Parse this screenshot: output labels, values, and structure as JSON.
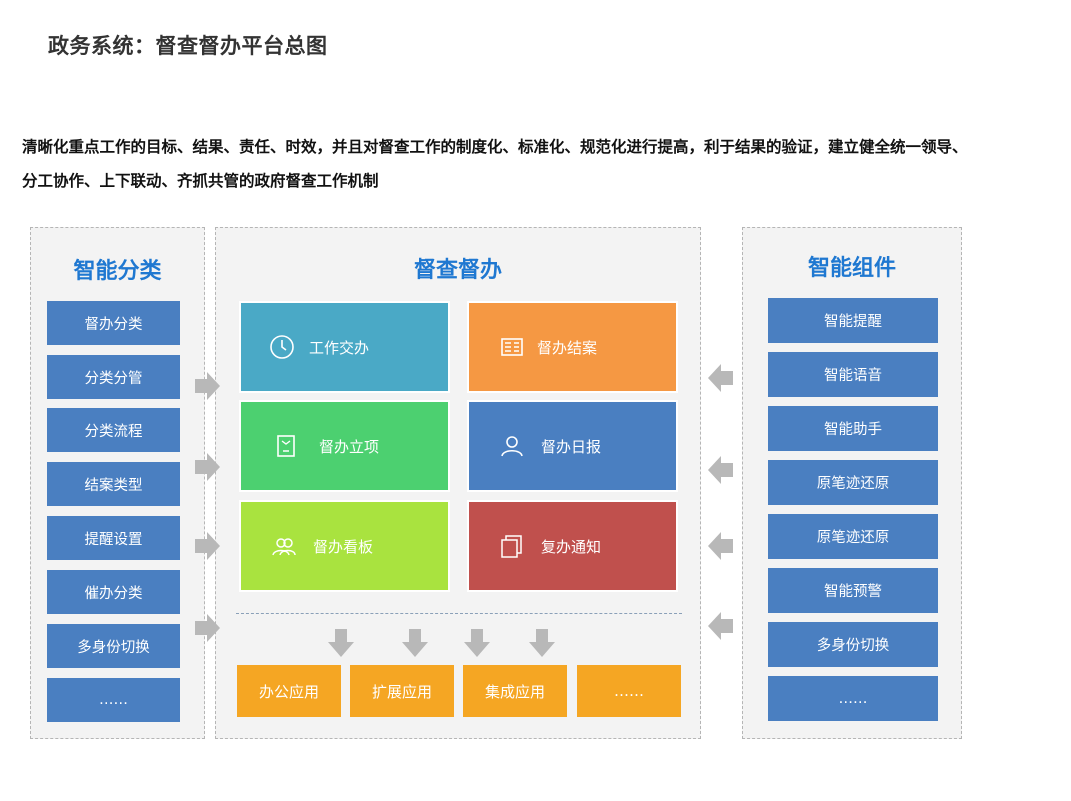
{
  "page": {
    "title": "政务系统：督查督办平台总图",
    "description": "清晰化重点工作的目标、结果、责任、时效，并且对督查工作的制度化、标准化、规范化进行提高，利于结果的验证，建立健全统一领导、分工协作、上下联动、齐抓共管的政府督查工作机制"
  },
  "left": {
    "title": "智能分类",
    "items": [
      "督办分类",
      "分类分管",
      "分类流程",
      "结案类型",
      "提醒设置",
      "催办分类",
      "多身份切换",
      "……"
    ]
  },
  "center": {
    "title": "督查督办",
    "tiles": [
      {
        "label": "工作交办",
        "icon": "clock-icon",
        "color": "#4aa9c6"
      },
      {
        "label": "督办结案",
        "icon": "document-list-icon",
        "color": "#f59843"
      },
      {
        "label": "督办立项",
        "icon": "file-icon",
        "color": "#4cd070"
      },
      {
        "label": "督办日报",
        "icon": "user-icon",
        "color": "#4a7fc1"
      },
      {
        "label": "督办看板",
        "icon": "users-icon",
        "color": "#a9e33f"
      },
      {
        "label": "复办通知",
        "icon": "copy-icon",
        "color": "#c0504d"
      }
    ],
    "apps": [
      "办公应用",
      "扩展应用",
      "集成应用",
      "……"
    ]
  },
  "right": {
    "title": "智能组件",
    "items": [
      "智能提醒",
      "智能语音",
      "智能助手",
      "原笔迹还原",
      "原笔迹还原",
      "智能预警",
      "多身份切换",
      "……"
    ]
  },
  "colors": {
    "accent_title": "#1f78d1",
    "side_item": "#4a7fc1",
    "app_box": "#f5a623",
    "arrow": "#b8b8b8"
  }
}
